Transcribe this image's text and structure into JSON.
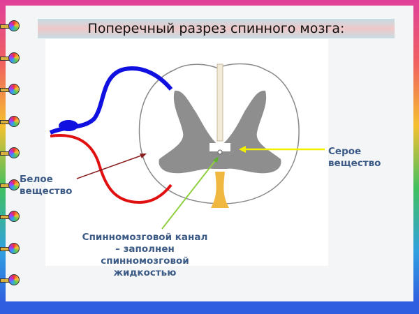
{
  "title": "Поперечный разрез спинного мозга:",
  "labels": {
    "white_matter": [
      "Белое",
      "вещество"
    ],
    "gray_matter": [
      "Серое",
      "вещество"
    ],
    "canal": [
      "Спинномозговой канал",
      "– заполнен",
      "спинномозговой",
      "жидкостью"
    ]
  },
  "colors": {
    "label": "#3b5a86",
    "gray_matter": "#8e8e8e",
    "canal_fluid": "#f0b840",
    "motor_root": "#1010e0",
    "sensory_root": "#e01010",
    "gray_arrow": "#f0f000"
  },
  "binder_rings": 9
}
